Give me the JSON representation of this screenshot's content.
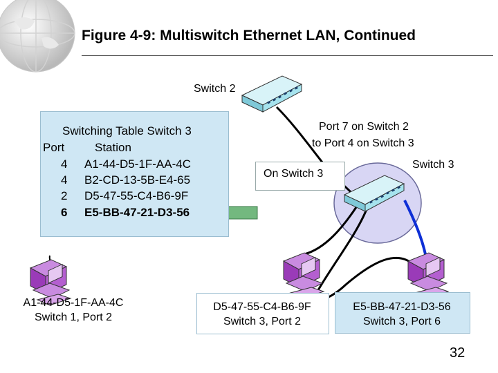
{
  "title": "Figure 4-9: Multiswitch Ethernet LAN, Continued",
  "switch2_label": "Switch 2",
  "switch3_label": "Switch 3",
  "port_note": [
    "Port 7 on Switch 2",
    "to Port 4 on Switch 3"
  ],
  "on_switch3_label": "On Switch 3",
  "switching_table": {
    "title": "Switching Table Switch 3",
    "headers": [
      "Port",
      "Station"
    ],
    "rows": [
      {
        "port": "4",
        "station": "A1-44-D5-1F-AA-4C"
      },
      {
        "port": "4",
        "station": "B2-CD-13-5B-E4-65"
      },
      {
        "port": "2",
        "station": "D5-47-55-C4-B6-9F"
      },
      {
        "port": "6",
        "station": "E5-BB-47-21-D3-56"
      }
    ]
  },
  "stations": [
    {
      "mac": "A1-44-D5-1F-AA-4C",
      "location": "Switch 1, Port 2"
    },
    {
      "mac": "D5-47-55-C4-B6-9F",
      "location": "Switch 3, Port 2"
    },
    {
      "mac": "E5-BB-47-21-D3-56",
      "location": "Switch 3, Port 6"
    }
  ],
  "page_number": "32",
  "colors": {
    "table_fill": "#cfe7f4",
    "switch_fill": "#a6e3ee",
    "switch3_ellipse": "#d8d6f4",
    "pc_purple": "#9a3bb8",
    "arrow_green": "#73b87f",
    "link_blue": "#0e2fd6",
    "cable_black": "#000000"
  },
  "icons": [
    "globe-logo",
    "switch-icon",
    "pc-icon",
    "arrow-left-icon"
  ]
}
